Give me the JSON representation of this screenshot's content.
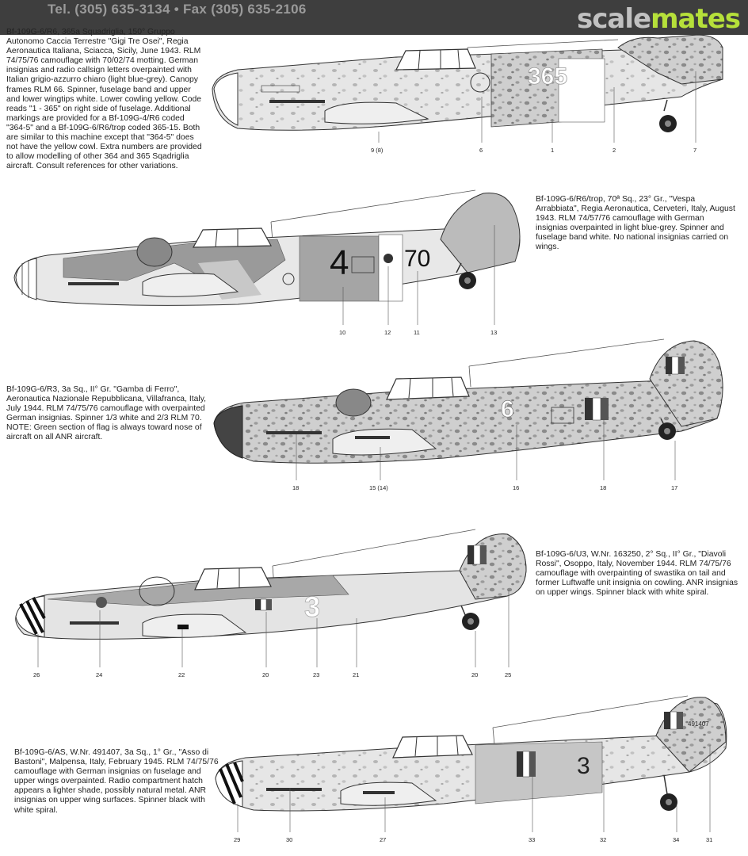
{
  "header": {
    "contact": "Tel. (305) 635-3134 • Fax (305) 635-2106",
    "logo_part1": "scale",
    "logo_part2": "mates"
  },
  "aircraft": [
    {
      "caption": "Bf-109G-6/R6, 365a Squadriglia, 150° Gruppo Autonomo Caccia Terrestre \"Gigi Tre Osei\", Regia Aeronautica Italiana, Sciacca, Sicily, June 1943. RLM 74/75/76 camouflage with 70/02/74 motting. German insignias and radio callsign letters overpainted with Italian grigio-azzurro chiaro (light blue-grey). Canopy frames RLM 66. Spinner, fuselage band and upper and lower wingtips white. Lower cowling yellow. Code reads \"1 - 365\" on right side of fuselage. Additional markings are provided for a Bf-109G-4/R6 coded \"364-5\" and a Bf-109G-6/R6/trop coded 365-15. Both are similar to this machine except that \"364-5\" does not have the yellow cowl. Extra numbers are provided to allow modelling of other 364 and 365 Sqadriglia aircraft. Consult references for other variations.",
      "fuselage_code": "365",
      "callouts": [
        "9 (8)",
        "6",
        "1",
        "2",
        "7"
      ]
    },
    {
      "caption": "Bf-109G-6/R6/trop, 70ª Sq., 23° Gr., \"Vespa Arrabbiata\", Regia Aeronautica, Cerveteri, Italy, August 1943. RLM 74/57/76 camouflage with German insignias overpainted in light blue-grey. Spinner and fuselage band white. No national insignias carried on wings.",
      "fuselage_code_left": "4",
      "fuselage_code_right": "70",
      "callouts": [
        "10",
        "12",
        "11",
        "13"
      ]
    },
    {
      "caption": "Bf-109G-6/R3, 3a Sq., II° Gr. \"Gamba di Ferro\", Aeronautica Nazionale Repubblicana, Villafranca, Italy, July 1944. RLM 74/75/76 camouflage with overpainted German insignias. Spinner 1/3 white and 2/3 RLM 70. NOTE: Green section of flag is always toward nose of aircraft on all ANR aircraft.",
      "fuselage_code": "6",
      "callouts": [
        "18",
        "15 (14)",
        "16",
        "18",
        "17"
      ]
    },
    {
      "caption": "Bf-109G-6/U3, W.Nr. 163250, 2° Sq., II° Gr., \"Diavoli Rossi\", Osoppo, Italy, November 1944. RLM 74/75/76 camouflage with overpainting of swastika on tail and former Luftwaffe unit insignia on cowling. ANR insignias on upper wings. Spinner black with white spiral.",
      "fuselage_code": "3",
      "callouts": [
        "26",
        "24",
        "22",
        "20",
        "23",
        "21",
        "20",
        "25"
      ]
    },
    {
      "caption": "Bf-109G-6/AS, W.Nr. 491407, 3a Sq., 1° Gr., \"Asso di Bastoni\", Malpensa, Italy, February 1945. RLM 74/75/76 camouflage with German insignias on fuselage and upper wings overpainted. Radio compartment hatch appears a lighter shade, possibly natural metal. ANR insignias on upper wing surfaces. Spinner black with white spiral.",
      "fuselage_code": "3",
      "tail_number": "491407",
      "callouts": [
        "29",
        "30",
        "27",
        "33",
        "32",
        "34",
        "31"
      ]
    }
  ]
}
